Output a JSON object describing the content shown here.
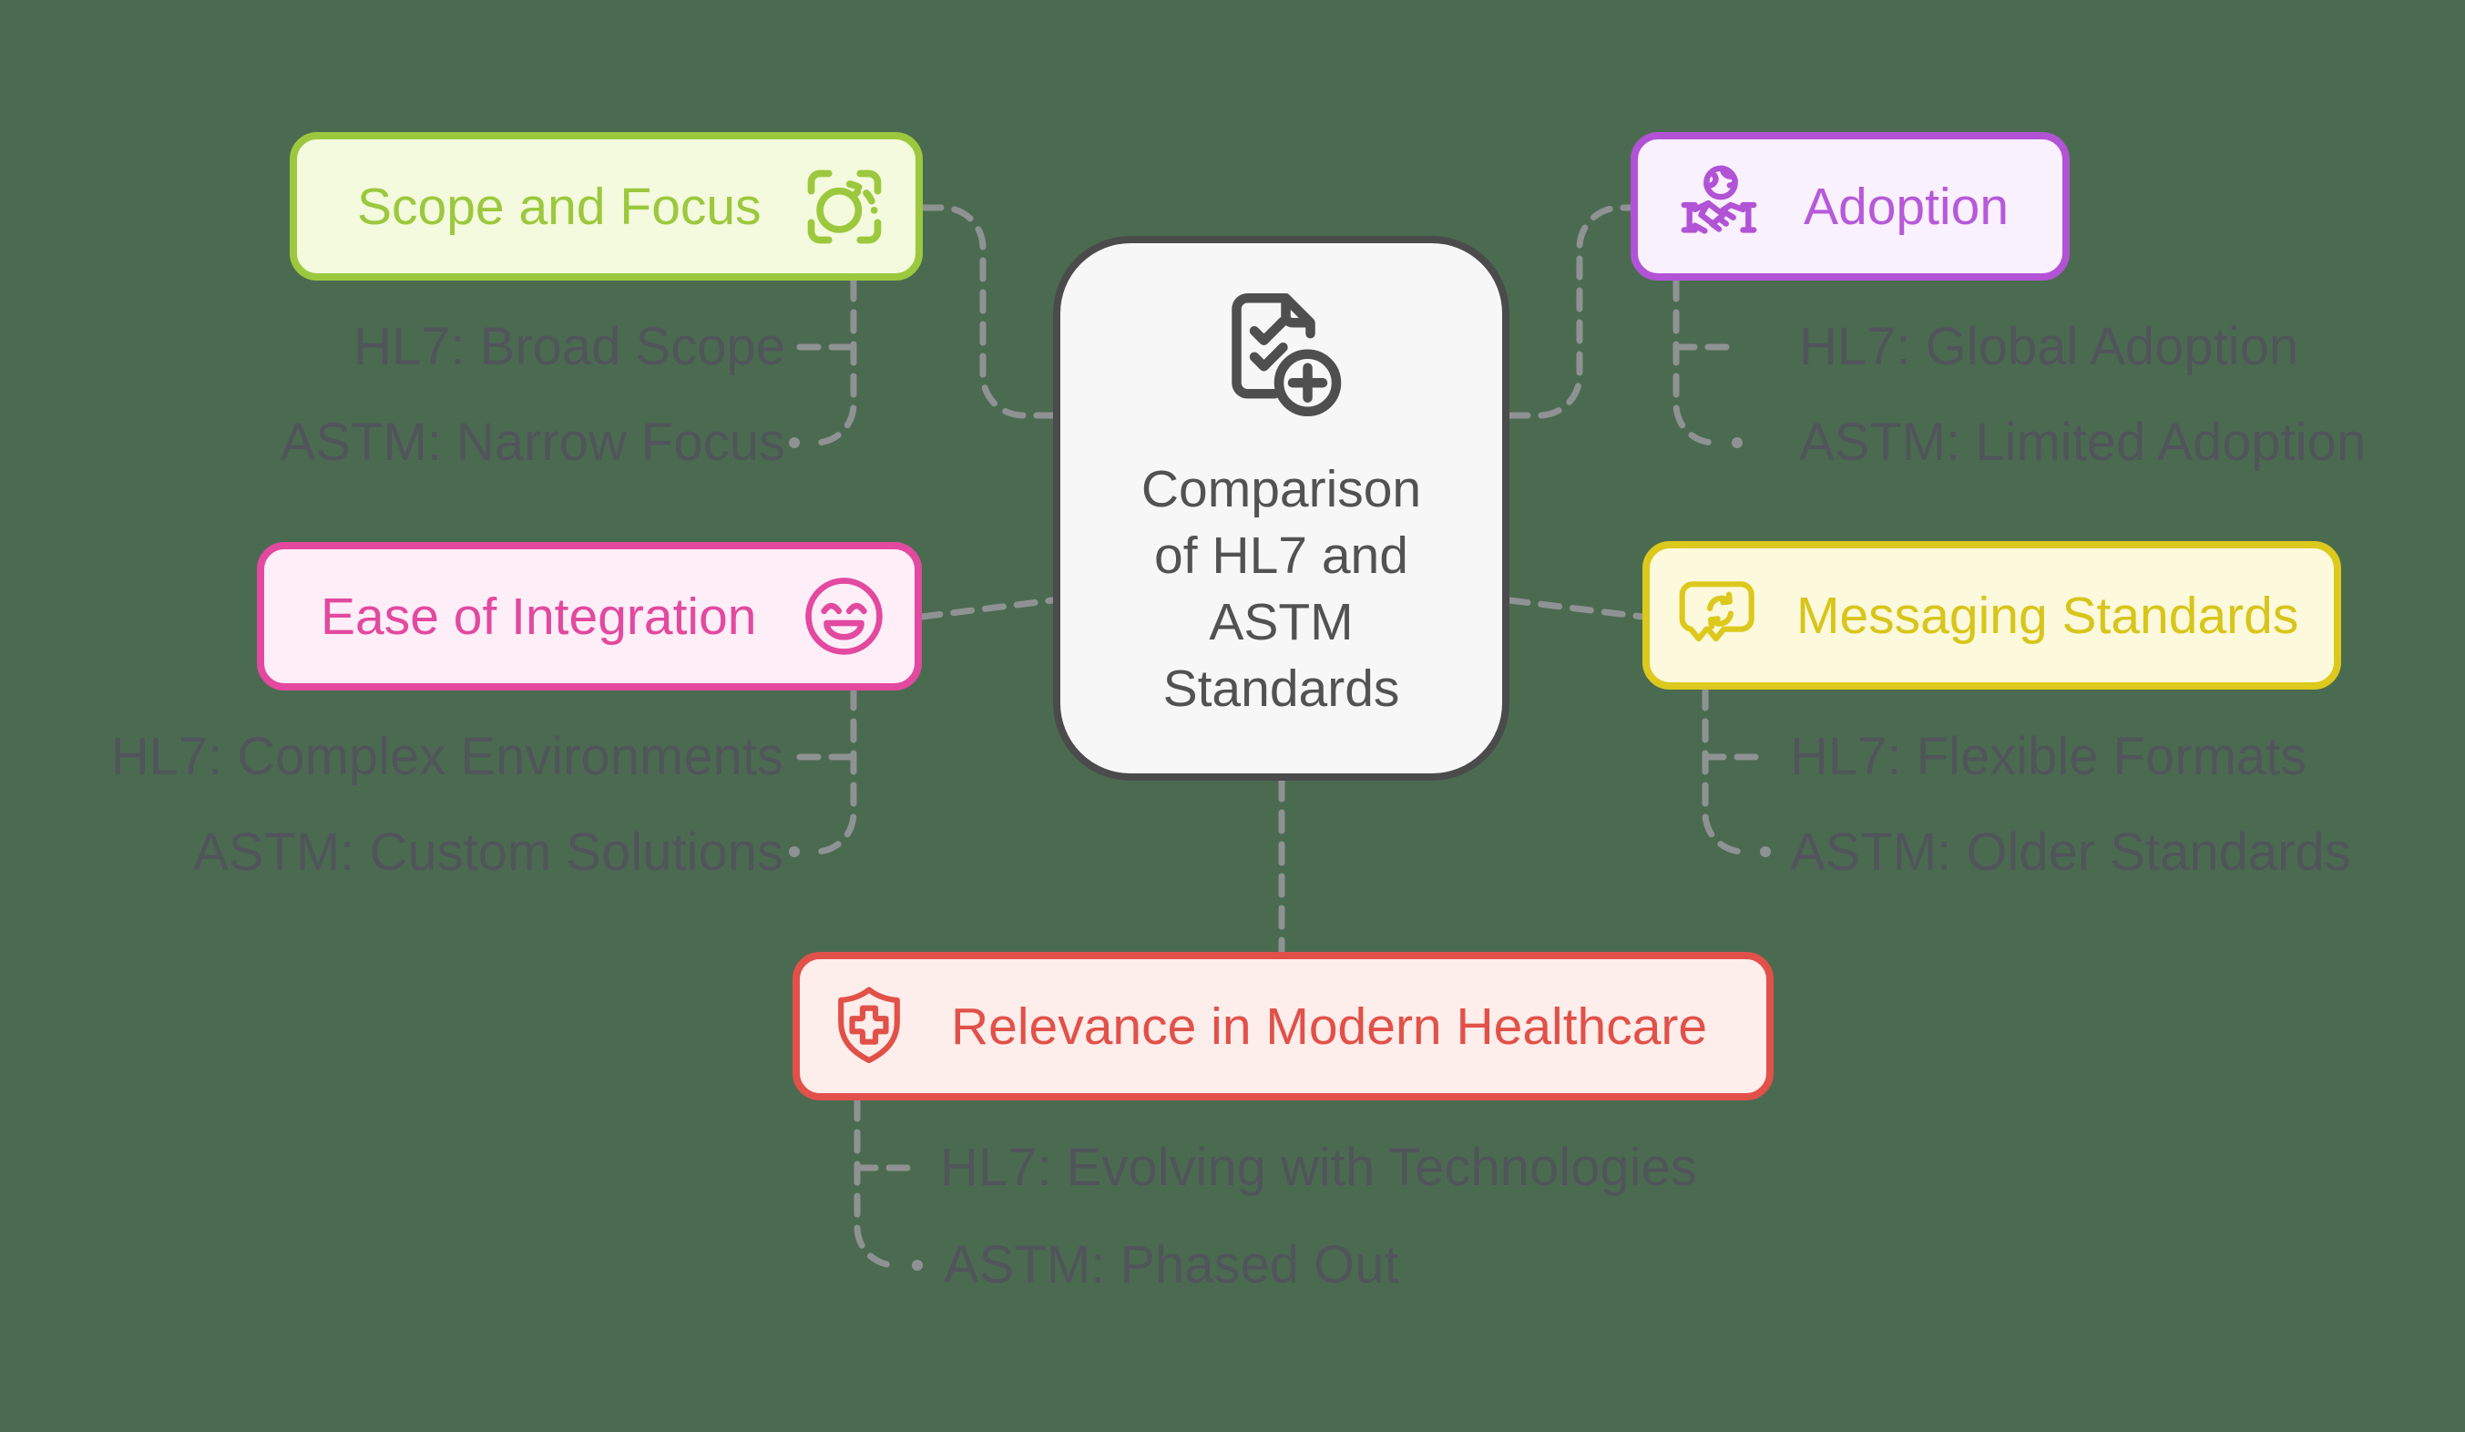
{
  "background_color": "#4b6b51",
  "connector_color": "#8f9292",
  "sub_label_color": "#50555a",
  "center": {
    "title": "Comparison of HL7 and ASTM Standards",
    "lines": [
      "Comparison",
      "of HL7 and",
      "ASTM",
      "Standards"
    ],
    "icon": "document-checklist-plus-icon",
    "fill": "#f7f7f7",
    "border_color": "#4b4b4b",
    "text_color": "#525252"
  },
  "branches": [
    {
      "id": "scope",
      "label": "Scope and Focus",
      "icon": "focus-scan-icon",
      "color": "#9cc83e",
      "fill": "#f3fadd",
      "children": [
        "HL7: Broad Scope",
        "ASTM: Narrow Focus"
      ]
    },
    {
      "id": "adoption",
      "label": "Adoption",
      "icon": "handshake-globe-icon",
      "color": "#b253d6",
      "fill": "#faf1fe",
      "children": [
        "HL7: Global Adoption",
        "ASTM: Limited Adoption"
      ]
    },
    {
      "id": "integration",
      "label": "Ease of Integration",
      "icon": "laughing-smiley-icon",
      "color": "#e2499f",
      "fill": "#fdeef8",
      "children": [
        "HL7: Complex Environments",
        "ASTM: Custom Solutions"
      ]
    },
    {
      "id": "messaging",
      "label": "Messaging Standards",
      "icon": "chat-bubble-refresh-icon",
      "color": "#dcc91c",
      "fill": "#fcf9dc",
      "children": [
        "HL7: Flexible Formats",
        "ASTM: Older Standards"
      ]
    },
    {
      "id": "relevance",
      "label": "Relevance in Modern Healthcare",
      "icon": "shield-medical-cross-icon",
      "color": "#e15149",
      "fill": "#fdedeb",
      "children": [
        "HL7: Evolving with Technologies",
        "ASTM: Phased Out"
      ]
    }
  ]
}
